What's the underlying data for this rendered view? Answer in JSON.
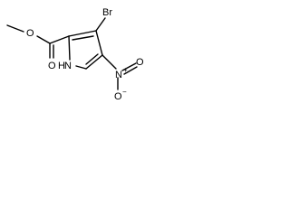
{
  "structure": {
    "atoms": {
      "ester_o_top": "O",
      "ester_o_bottom": "O",
      "bromine": "Br",
      "ring_nitrogen": "N",
      "ring_hydrogen": "H",
      "nitro_nitrogen": "N",
      "nitro_charge_plus": "+",
      "nitro_o_top": "O",
      "nitro_o_bottom": "O",
      "nitro_charge_minus": "−"
    }
  }
}
